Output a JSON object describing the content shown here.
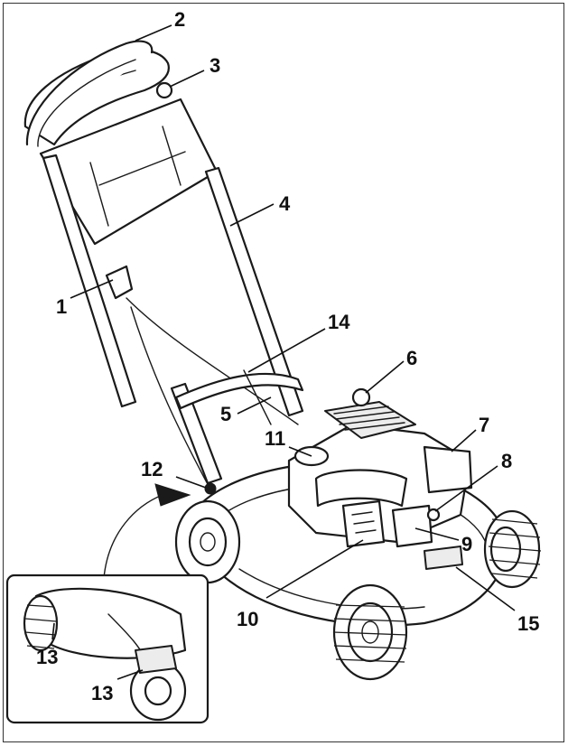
{
  "callouts": [
    {
      "id": "1",
      "text": "1"
    },
    {
      "id": "2",
      "text": "2"
    },
    {
      "id": "3",
      "text": "3"
    },
    {
      "id": "4",
      "text": "4"
    },
    {
      "id": "5",
      "text": "5"
    },
    {
      "id": "6",
      "text": "6"
    },
    {
      "id": "7",
      "text": "7"
    },
    {
      "id": "8",
      "text": "8"
    },
    {
      "id": "9",
      "text": "9"
    },
    {
      "id": "10",
      "text": "10"
    },
    {
      "id": "11",
      "text": "11"
    },
    {
      "id": "12",
      "text": "12"
    },
    {
      "id": "13a",
      "text": "13"
    },
    {
      "id": "13b",
      "text": "13"
    },
    {
      "id": "14",
      "text": "14"
    },
    {
      "id": "15",
      "text": "15"
    }
  ]
}
